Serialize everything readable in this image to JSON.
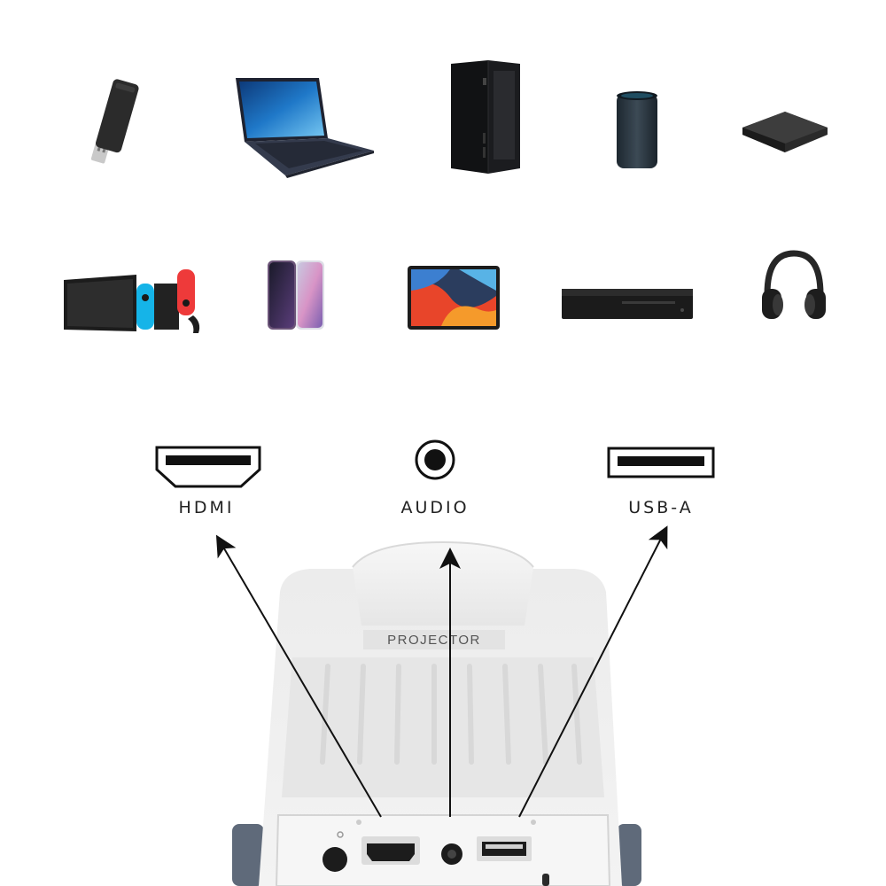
{
  "devices": {
    "row1": [
      {
        "name": "usb-flash-drive-icon"
      },
      {
        "name": "laptop-icon"
      },
      {
        "name": "desktop-tower-icon"
      },
      {
        "name": "smart-speaker-icon"
      },
      {
        "name": "tv-box-icon"
      }
    ],
    "row2": [
      {
        "name": "game-console-icon"
      },
      {
        "name": "smartphone-icon"
      },
      {
        "name": "tablet-icon"
      },
      {
        "name": "dvd-player-icon"
      },
      {
        "name": "headphones-icon"
      }
    ]
  },
  "ports": {
    "hdmi": {
      "label": "HDMI",
      "icon": "hdmi-port-icon"
    },
    "audio": {
      "label": "AUDIO",
      "icon": "audio-jack-icon"
    },
    "usb": {
      "label": "USB-A",
      "icon": "usb-port-icon"
    }
  },
  "projector": {
    "brand": "PROJECTOR"
  },
  "colors": {
    "joycon_blue": "#15b4e8",
    "joycon_red": "#ee3a3a",
    "projector_body": "#ececec",
    "label_text": "#222222"
  }
}
